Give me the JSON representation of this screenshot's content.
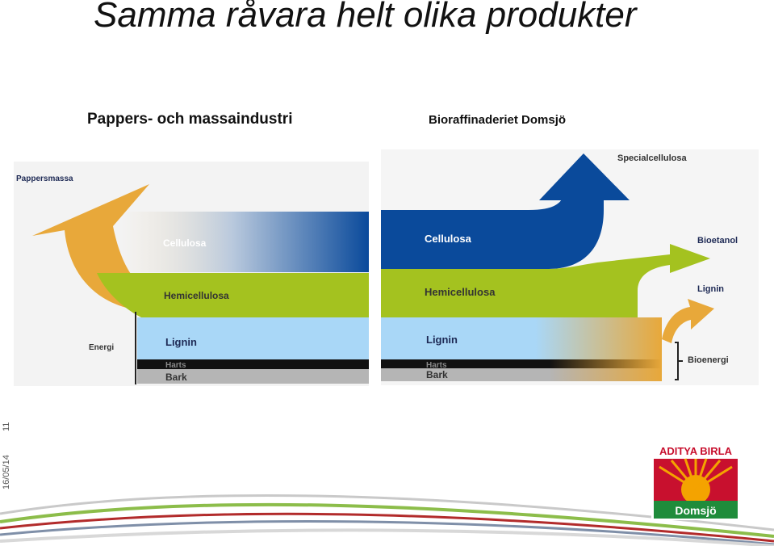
{
  "slide": {
    "title": "Samma råvara helt olika produkter",
    "footer_date": "16/05/14",
    "footer_page": "11"
  },
  "left_panel": {
    "heading": "Pappers- och massaindustri",
    "labels": {
      "output": "Pappersmassa",
      "cellulose": "Cellulosa",
      "hemicellulose": "Hemicellulosa",
      "energy": "Energi",
      "lignin": "Lignin",
      "resin": "Harts",
      "bark": "Bark"
    }
  },
  "right_panel": {
    "heading": "Bioraffinaderiet Domsjö",
    "labels": {
      "special": "Specialcellulosa",
      "cellulose": "Cellulosa",
      "bioethanol": "Bioetanol",
      "hemicellulose": "Hemicellulosa",
      "lignin_out": "Lignin",
      "lignin": "Lignin",
      "bioenergy": "Bioenergi",
      "resin": "Harts",
      "bark": "Bark"
    }
  },
  "logo": {
    "brand": "ADITYA BIRLA",
    "name": "Domsjö"
  },
  "colors": {
    "cellulose": "#0a4a9b",
    "hemicellulose": "#a4c21f",
    "lignin": "#a9d7f7",
    "energy": "#e8a83a",
    "resin": "#111111",
    "bark": "#b5b5b5"
  }
}
